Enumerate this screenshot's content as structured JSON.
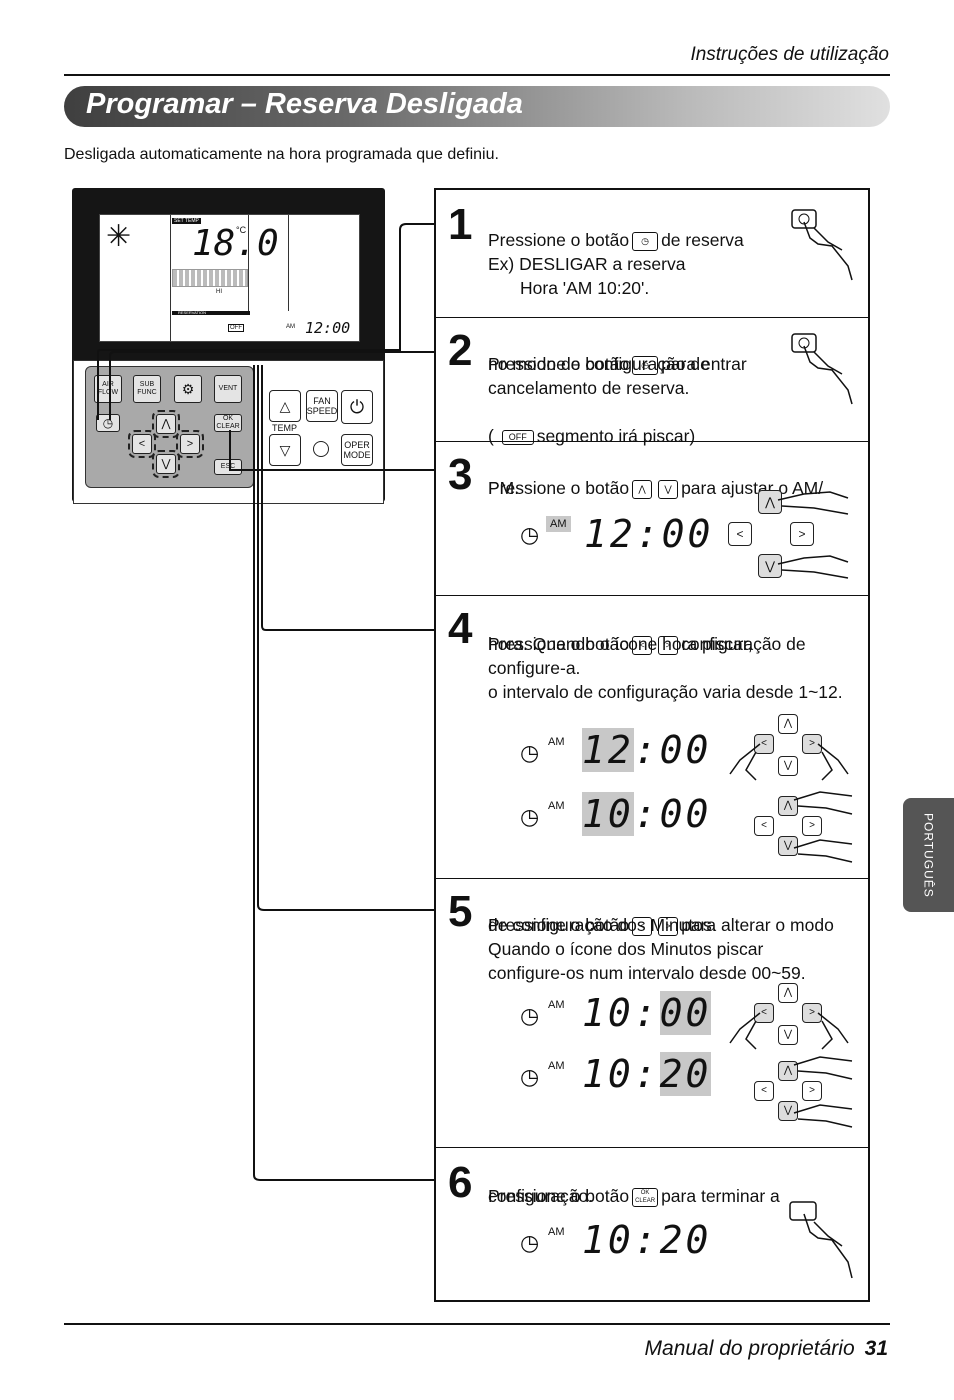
{
  "header": {
    "text": "Instruções de utilização"
  },
  "title": "Programar – Reserva Desligada",
  "intro": "Desligada automaticamente na hora programada que definiu.",
  "remote": {
    "lcd": {
      "set_temp": "SET TEMP",
      "temp": "18.0",
      "unit": "°C",
      "fan": "HI",
      "reservation": "RESERVATION",
      "off": "OFF",
      "am": "AM",
      "time": "12:00"
    },
    "keys": {
      "air_flow": "AIR FLOW",
      "sub_func": "SUB FUNC",
      "vent": "VENT",
      "ok_clear": "OK CLEAR",
      "esc": "ESC",
      "temp": "TEMP",
      "fan_speed": "FAN SPEED",
      "oper_mode": "OPER MODE"
    }
  },
  "steps": [
    {
      "number": "1",
      "text": "Pressione o botão",
      "text_after": "de reserva",
      "example1": "Ex) DESLIGAR a reserva",
      "example2": "Hora 'AM 10:20'."
    },
    {
      "number": "2",
      "text": "Pressione o botão",
      "text_after": "para entrar",
      "line2": "no modo de configuração de",
      "line3": "cancelamento de reserva.",
      "line4_pre": "(",
      "off_label": "OFF",
      "line4_post": "segmento irá piscar)"
    },
    {
      "number": "3",
      "text": "Pressione o botão",
      "text_after": "para ajustar o AM/",
      "line2": "PM.",
      "am": "AM",
      "time": "12:00"
    },
    {
      "number": "4",
      "text": "Pressione o botão",
      "text_after": "configuração de",
      "line2": "hora. Quando o ícone hora piscar,",
      "line3": "configure-a.",
      "line4": "o intervalo de configuração varia desde 1~12.",
      "am": "AM",
      "time1_h": "12",
      "time1_m": ":00",
      "time2_h": "10",
      "time2_m": ":00"
    },
    {
      "number": "5",
      "text": "Pressione o botão",
      "text_after": "para alterar o modo",
      "line2": "de configuração dos Minutos.",
      "line3": "Quando o ícone dos Minutos piscar",
      "line4": "configure-os num intervalo desde 00~59.",
      "am": "AM",
      "time1_h": "10:",
      "time1_m": "00",
      "time2_h": "10:",
      "time2_m": "20"
    },
    {
      "number": "6",
      "text": "Pressione o botão",
      "text_after": "para terminar a",
      "line2": "configuração.",
      "am": "AM",
      "time": "10:20",
      "ok_label": "OK CLEAR"
    }
  ],
  "side_tab": "PORTUGUÊS",
  "footer": {
    "text": "Manual do proprietário",
    "page": "31"
  }
}
